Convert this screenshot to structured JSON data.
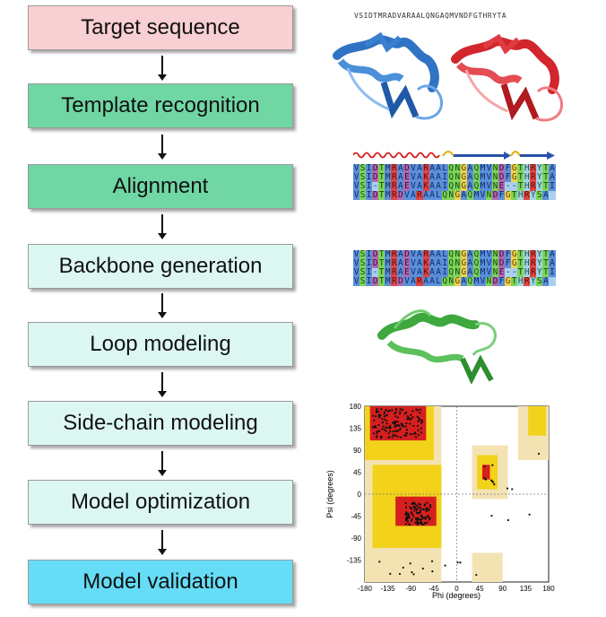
{
  "steps": [
    {
      "label": "Target sequence",
      "color": "#f8cfd3"
    },
    {
      "label": "Template recognition",
      "color": "#70d6a4"
    },
    {
      "label": "Alignment",
      "color": "#70d6a4"
    },
    {
      "label": "Backbone generation",
      "color": "#dcf7f2"
    },
    {
      "label": "Loop modeling",
      "color": "#dcf7f2"
    },
    {
      "label": "Side-chain modeling",
      "color": "#dcf7f2"
    },
    {
      "label": "Model optimization",
      "color": "#dcf7f2"
    },
    {
      "label": "Model validation",
      "color": "#66dcf6"
    }
  ],
  "sequence": "VSIDTMRADVARAALQNGAQMVNDFGTHRYTA",
  "alignment": [
    "VSIDTMRADVARAALQNGAQMVNDFGTHRYTA",
    "VSIDTMRAEVAKAAIQNGAQMVNDFGTHRYTA",
    "VSI-TMRAEVAKAAIQNGAQMVNE--THRYTI",
    "VSIDTMRDVARAALQNGAQMVNDFGTHRYSA"
  ],
  "ramachandran": {
    "xlabel": "Phi (degrees)",
    "ylabel": "Psi (degrees)",
    "xticks": [
      "-180",
      "-135",
      "-90",
      "-45",
      "0",
      "45",
      "90",
      "135",
      "180"
    ],
    "yticks": [
      "180",
      "135",
      "90",
      "45",
      "0",
      "-45",
      "-90",
      "-135"
    ]
  }
}
